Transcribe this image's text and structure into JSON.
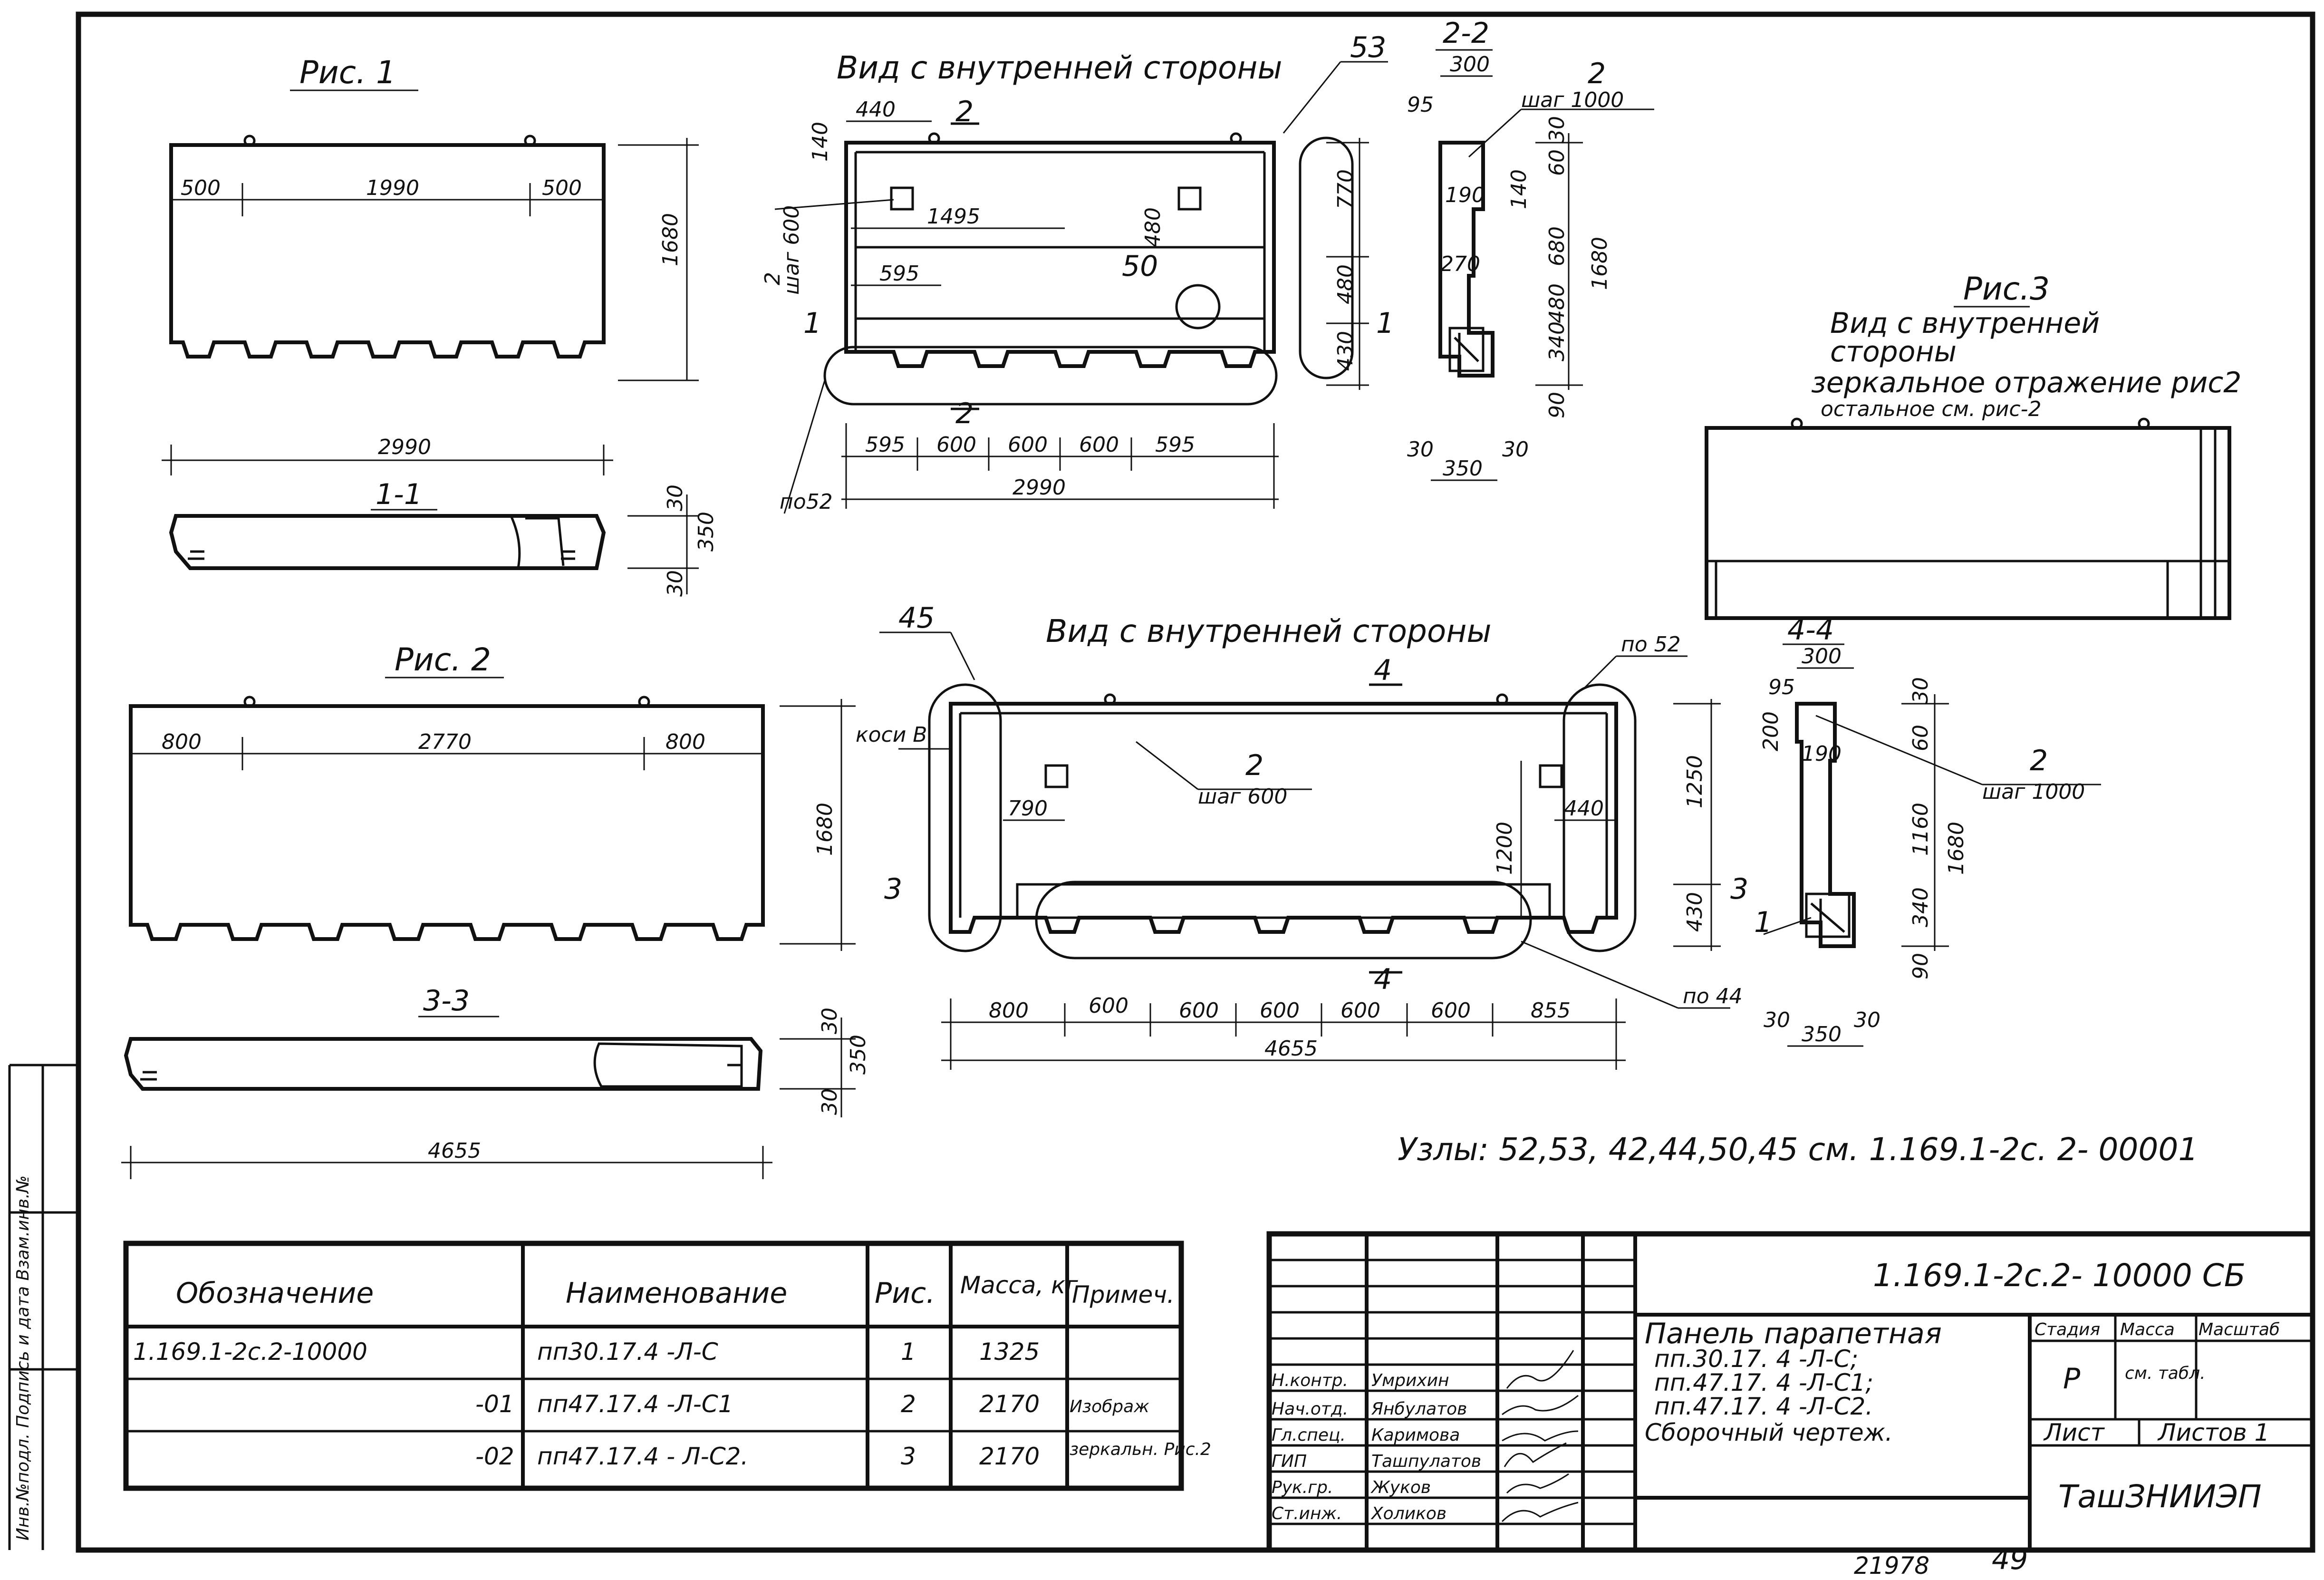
{
  "fig1": {
    "title": "Рис. 1",
    "dims": {
      "left": "500",
      "mid": "1990",
      "right": "500",
      "height": "1680",
      "length": "2990"
    },
    "section": "1-1",
    "sec_dims": {
      "top": "30",
      "h": "350",
      "bot": "30"
    }
  },
  "fig2": {
    "title": "Рис. 2",
    "dims": {
      "left": "800",
      "mid": "2770",
      "right": "800",
      "height": "1680",
      "length": "4655"
    },
    "section": "3-3",
    "sec_dims": {
      "top": "30",
      "h": "350",
      "bot": "30"
    }
  },
  "view1": {
    "title": "Вид с внутренней стороны",
    "node_top": "53",
    "node_bottom": "по52",
    "cut": "2",
    "cut_side": "1",
    "anchor_label": "2",
    "anchor_step": "шаг 600",
    "node_round": "50",
    "dims_top": {
      "a": "440",
      "b": "140",
      "c": "1495",
      "d": "595",
      "e": "480"
    },
    "dims_right": {
      "a": "770",
      "b": "480",
      "c": "430"
    },
    "dims_bottom": [
      "595",
      "600",
      "600",
      "600",
      "595"
    ],
    "total": "2990"
  },
  "sec22": {
    "title": "2-2",
    "dims": {
      "w": "300",
      "a": "95",
      "b": "190",
      "c": "270",
      "d": "140",
      "e": "60",
      "f": "30",
      "g": "680",
      "h": "480",
      "i": "340",
      "j": "90",
      "k": "1680",
      "l": "30",
      "m": "30",
      "n": "350"
    },
    "anchor_label": "2",
    "anchor_step": "шаг 1000"
  },
  "fig3": {
    "title": "Рис.3",
    "line1": "Вид с внутренней",
    "line2": "стороны",
    "line3": "зеркальное отражение рис2",
    "line4": "остальное см. рис-2"
  },
  "view2": {
    "title": "Вид с внутренней стороны",
    "node_left": "45",
    "node_right": "по 52",
    "node_bottom": "по 44",
    "kosib": "коси В",
    "cut": "4",
    "cut_side": "3",
    "anchor_label": "2",
    "anchor_step": "шаг 600",
    "dims": {
      "a": "790",
      "b": "1200",
      "c": "440",
      "h1": "1250",
      "h2": "430"
    },
    "dims_bottom": [
      "800",
      "600",
      "600",
      "600",
      "600",
      "600",
      "855"
    ],
    "total": "4655"
  },
  "sec44": {
    "title": "4-4",
    "dims": {
      "w": "300",
      "a": "95",
      "b": "200",
      "c": "190",
      "d": "30",
      "e": "60",
      "f": "1160",
      "g": "340",
      "h": "90",
      "k": "1680",
      "l": "30",
      "m": "30",
      "n": "350"
    },
    "anchor_label": "2",
    "anchor_step": "шаг 1000",
    "marker": "1"
  },
  "nodes_note": "Узлы: 52,53, 42,44,50,45 см. 1.169.1-2с. 2- 00001",
  "spec": {
    "headers": [
      "Обозначение",
      "Наименование",
      "Рис.",
      "Масса, кг",
      "Примеч."
    ],
    "rows": [
      [
        "1.169.1-2с.2-10000",
        "пп30.17.4 -Л-С",
        "1",
        "1325",
        ""
      ],
      [
        "-01",
        "пп47.17.4 -Л-С1",
        "2",
        "2170",
        "Изображ"
      ],
      [
        "-02",
        "пп47.17.4 - Л-С2.",
        "3",
        "2170",
        "зеркальн. Рис.2"
      ]
    ]
  },
  "stamp": {
    "code": "1.169.1-2с.2- 10000 СБ",
    "name1": "Панель парапетная",
    "name2": "пп.30.17. 4 -Л-С;",
    "name3": "пп.47.17. 4 -Л-С1;",
    "name4": "пп.47.17. 4 -Л-С2.",
    "name5": "Сборочный чертеж.",
    "stage_h": "Стадия",
    "mass_h": "Масса",
    "scale_h": "Масштаб",
    "stage": "Р",
    "mass": "см. табл.",
    "sheet_h": "Лист",
    "sheets_h": "Листов 1",
    "org": "ТашЗНИИЭП",
    "roles": [
      {
        "role": "Н.контр.",
        "name": "Умрихин"
      },
      {
        "role": "Нач.отд.",
        "name": "Янбулатов"
      },
      {
        "role": "Гл.спец.",
        "name": "Каримова"
      },
      {
        "role": "ГИП",
        "name": "Ташпулатов"
      },
      {
        "role": "Рук.гр.",
        "name": "Жуков"
      },
      {
        "role": "Ст.инж.",
        "name": "Холиков"
      }
    ]
  },
  "margin_text": "Инв.№подл. Подпись и дата Взам.инв.№",
  "footer": {
    "num": "21978",
    "page": "49"
  }
}
